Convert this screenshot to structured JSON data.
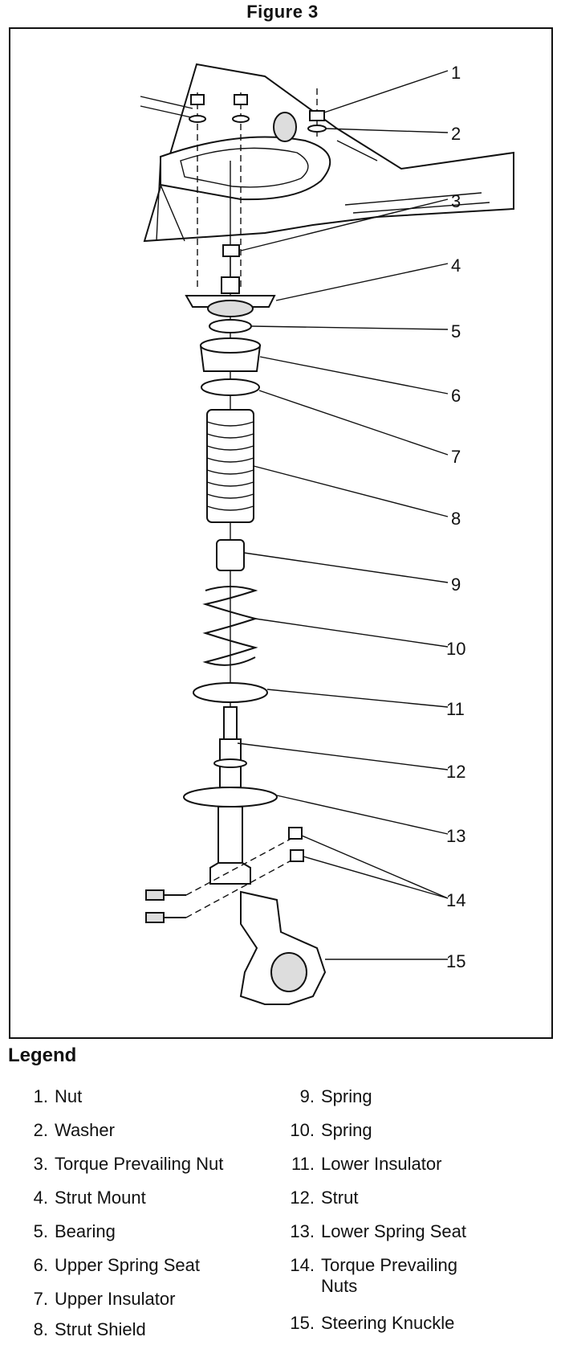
{
  "figure": {
    "title": "Figure 3"
  },
  "callouts": [
    "1",
    "2",
    "3",
    "4",
    "5",
    "6",
    "7",
    "8",
    "9",
    "10",
    "11",
    "12",
    "13",
    "14",
    "15"
  ],
  "legend": {
    "title": "Legend",
    "items": [
      {
        "num": "1.",
        "label": "Nut"
      },
      {
        "num": "2.",
        "label": "Washer"
      },
      {
        "num": "3.",
        "label": "Torque Prevailing Nut"
      },
      {
        "num": "4.",
        "label": "Strut Mount"
      },
      {
        "num": "5.",
        "label": "Bearing"
      },
      {
        "num": "6.",
        "label": "Upper Spring Seat"
      },
      {
        "num": "7.",
        "label": "Upper Insulator"
      },
      {
        "num": "8.",
        "label": "Strut Shield"
      },
      {
        "num": "9.",
        "label": "Spring"
      },
      {
        "num": "10.",
        "label": "Spring"
      },
      {
        "num": "11.",
        "label": "Lower Insulator"
      },
      {
        "num": "12.",
        "label": "Strut"
      },
      {
        "num": "13.",
        "label": "Lower Spring Seat"
      },
      {
        "num": "14.",
        "label": "Torque Prevailing Nuts"
      },
      {
        "num": "15.",
        "label": "Steering Knuckle"
      }
    ]
  }
}
